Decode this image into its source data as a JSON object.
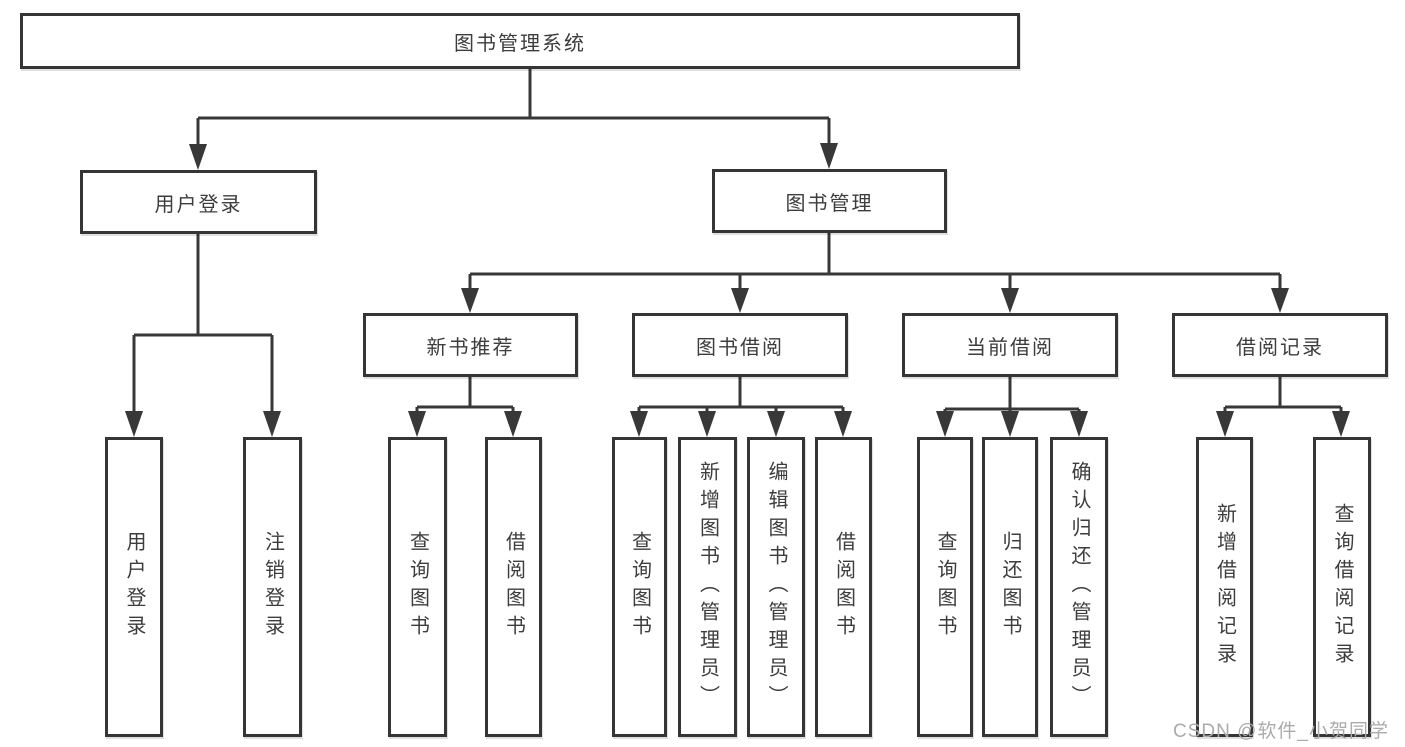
{
  "diagram": {
    "type": "hierarchy-tree",
    "colors": {
      "background": "#ffffff",
      "line": "#383838",
      "box_border": "#353535",
      "text": "#3d3d3d",
      "watermark": "#ababab"
    },
    "nodes": {
      "root": {
        "label": "图书管理系统"
      },
      "user_login": {
        "label": "用户登录"
      },
      "book_mgmt": {
        "label": "图书管理"
      },
      "new_books": {
        "label": "新书推荐"
      },
      "book_borrow": {
        "label": "图书借阅"
      },
      "current_borrow": {
        "label": "当前借阅"
      },
      "borrow_records": {
        "label": "借阅记录"
      },
      "leaf_user_login": {
        "label": "用户登录"
      },
      "leaf_logout": {
        "label": "注销登录"
      },
      "leaf_nb_query_books": {
        "label": "查询图书"
      },
      "leaf_nb_borrow_books": {
        "label": "借阅图书"
      },
      "leaf_bb_query_books": {
        "label": "查询图书"
      },
      "leaf_bb_add_books": {
        "label": "新增图书（管理员）"
      },
      "leaf_bb_edit_books": {
        "label": "编辑图书（管理员）"
      },
      "leaf_bb_borrow_books": {
        "label": "借阅图书"
      },
      "leaf_cb_query_books": {
        "label": "查询图书"
      },
      "leaf_cb_return_books": {
        "label": "归还图书"
      },
      "leaf_cb_confirm_return": {
        "label": "确认归还（管理员）"
      },
      "leaf_br_add_record": {
        "label": "新增借阅记录"
      },
      "leaf_br_query_record": {
        "label": "查询借阅记录"
      }
    },
    "edges": [
      [
        "root",
        "user_login"
      ],
      [
        "root",
        "book_mgmt"
      ],
      [
        "user_login",
        "leaf_user_login"
      ],
      [
        "user_login",
        "leaf_logout"
      ],
      [
        "book_mgmt",
        "new_books"
      ],
      [
        "book_mgmt",
        "book_borrow"
      ],
      [
        "book_mgmt",
        "current_borrow"
      ],
      [
        "book_mgmt",
        "borrow_records"
      ],
      [
        "new_books",
        "leaf_nb_query_books"
      ],
      [
        "new_books",
        "leaf_nb_borrow_books"
      ],
      [
        "book_borrow",
        "leaf_bb_query_books"
      ],
      [
        "book_borrow",
        "leaf_bb_add_books"
      ],
      [
        "book_borrow",
        "leaf_bb_edit_books"
      ],
      [
        "book_borrow",
        "leaf_bb_borrow_books"
      ],
      [
        "current_borrow",
        "leaf_cb_query_books"
      ],
      [
        "current_borrow",
        "leaf_cb_return_books"
      ],
      [
        "current_borrow",
        "leaf_cb_confirm_return"
      ],
      [
        "borrow_records",
        "leaf_br_add_record"
      ],
      [
        "borrow_records",
        "leaf_br_query_record"
      ]
    ],
    "watermark": "CSDN @软件_小贺同学"
  }
}
